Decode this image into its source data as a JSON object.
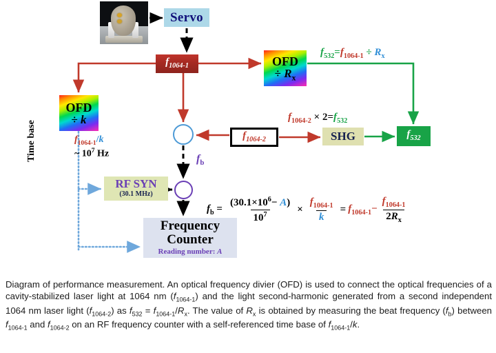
{
  "diagram": {
    "photo": {
      "name": "optical-cavity-photo",
      "alt": "photograph of cavity-stabilized laser reference cavity"
    },
    "boxes": {
      "servo": "Servo",
      "f1064_1": "f1064-1",
      "f1064_2": "f1064-2",
      "ofd_k_line1": "OFD",
      "ofd_k_line2": "÷ k",
      "ofd_rx_line1": "OFD",
      "ofd_rx_line2": "÷ Rx",
      "shg": "SHG",
      "f532": "f532",
      "rf_syn_label": "RF SYN",
      "rf_syn_value": "(30.1 MHz)",
      "counter_line1": "Frequency",
      "counter_line2": "Counter",
      "counter_reading": "Reading number: A"
    },
    "labels": {
      "f532_equation": "f532=f1064-1 ÷ Rx",
      "shg_equation": "f1064-2 × 2= f532",
      "time_base_ratio": "f1064-1/k",
      "time_base_magnitude": "~ 10⁷ Hz",
      "beat_note": "fb",
      "time_base": "Time base"
    },
    "equation": {
      "lhs": "fb =",
      "numerator": "(30.1×10⁶− A)",
      "denominator": "10⁷",
      "times": "×",
      "frac2_num": "f1064-1",
      "frac2_den": "k",
      "equals": "=",
      "term3": "f1064-1−",
      "frac3_num": "f1064-1",
      "frac3_den": "2Rx"
    },
    "colors": {
      "red": "#c0392b",
      "green": "#18a347",
      "blue": "#2f8ed6",
      "purple": "#6a3fb5",
      "servo_bg": "#add8e8",
      "shg_bg": "#dfe0b0",
      "counter_bg": "#dde2ef",
      "rfsyn_bg": "#dfe6b4"
    }
  },
  "caption": {
    "text": "Diagram of performance measurement. An optical frequency divier (OFD) is used to connect the optical frequencies of a cavity-stabilized laser light at 1064 nm (f1064-1) and the light second-harmonic generated from a second independent 1064 nm laser light (f1064-2) as f532 = f1064-1/Rx. The value of Rx is obtained by measuring the beat frequency (fb) between f1064-1 and f1064-2 on an RF frequency counter with a self-referenced time base of f1064-1/k."
  }
}
